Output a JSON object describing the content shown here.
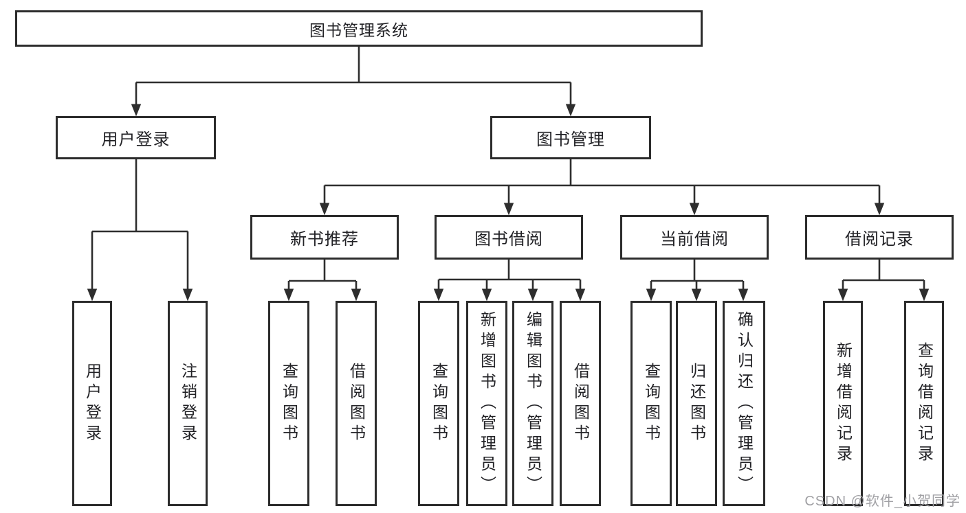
{
  "tree": {
    "label": "图书管理系统",
    "children": [
      {
        "label": "用户登录",
        "children": [
          {
            "label": "用户登录"
          },
          {
            "label": "注销登录"
          }
        ]
      },
      {
        "label": "图书管理",
        "children": [
          {
            "label": "新书推荐",
            "children": [
              {
                "label": "查询图书"
              },
              {
                "label": "借阅图书"
              }
            ]
          },
          {
            "label": "图书借阅",
            "children": [
              {
                "label": "查询图书"
              },
              {
                "label": "新增图书（管理员）"
              },
              {
                "label": "编辑图书（管理员）"
              },
              {
                "label": "借阅图书"
              }
            ]
          },
          {
            "label": "当前借阅",
            "children": [
              {
                "label": "查询图书"
              },
              {
                "label": "归还图书"
              },
              {
                "label": "确认归还（管理员）"
              }
            ]
          },
          {
            "label": "借阅记录",
            "children": [
              {
                "label": "新增借阅记录"
              },
              {
                "label": "查询借阅记录"
              }
            ]
          }
        ]
      }
    ]
  },
  "watermark": {
    "text": "CSDN @软件_小贺同学"
  },
  "style": {
    "line_color": "#2e2e2e",
    "border_color": "#2c2c2c",
    "text_color": "#222226",
    "watermark_color": "#a0a0a4",
    "bg": "#ffffff"
  }
}
